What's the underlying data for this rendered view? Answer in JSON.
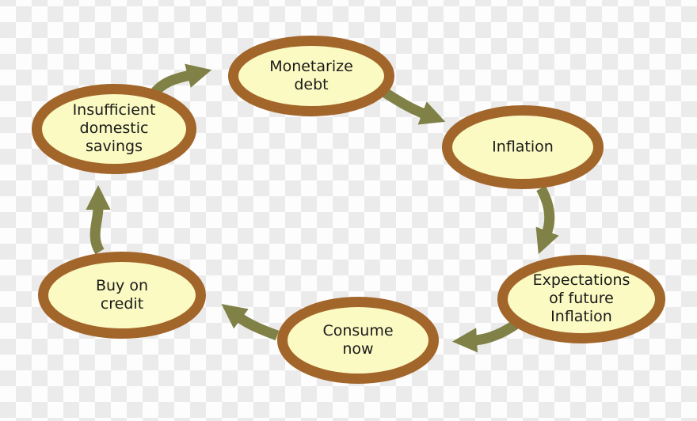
{
  "colors": {
    "node_fill": "#fafac2",
    "node_border": "#a2652a",
    "arrow": "#808146",
    "text": "#1a1a1a",
    "checker_light": "#fdfdfd",
    "checker_dark": "#ebebeb"
  },
  "diagram": {
    "type": "cycle",
    "nodes": [
      {
        "id": "monetarize-debt",
        "label": "Monetarize\ndebt"
      },
      {
        "id": "inflation",
        "label": "Inflation"
      },
      {
        "id": "expectations",
        "label": "Expectations\nof future\nInflation"
      },
      {
        "id": "consume-now",
        "label": "Consume\nnow"
      },
      {
        "id": "buy-on-credit",
        "label": "Buy on\ncredit"
      },
      {
        "id": "insufficient-savings",
        "label": "Insufficient\ndomestic\nsavings"
      }
    ],
    "edges": [
      {
        "from": "insufficient-savings",
        "to": "monetarize-debt"
      },
      {
        "from": "monetarize-debt",
        "to": "inflation"
      },
      {
        "from": "inflation",
        "to": "expectations"
      },
      {
        "from": "expectations",
        "to": "consume-now"
      },
      {
        "from": "consume-now",
        "to": "buy-on-credit"
      },
      {
        "from": "buy-on-credit",
        "to": "insufficient-savings"
      }
    ]
  }
}
